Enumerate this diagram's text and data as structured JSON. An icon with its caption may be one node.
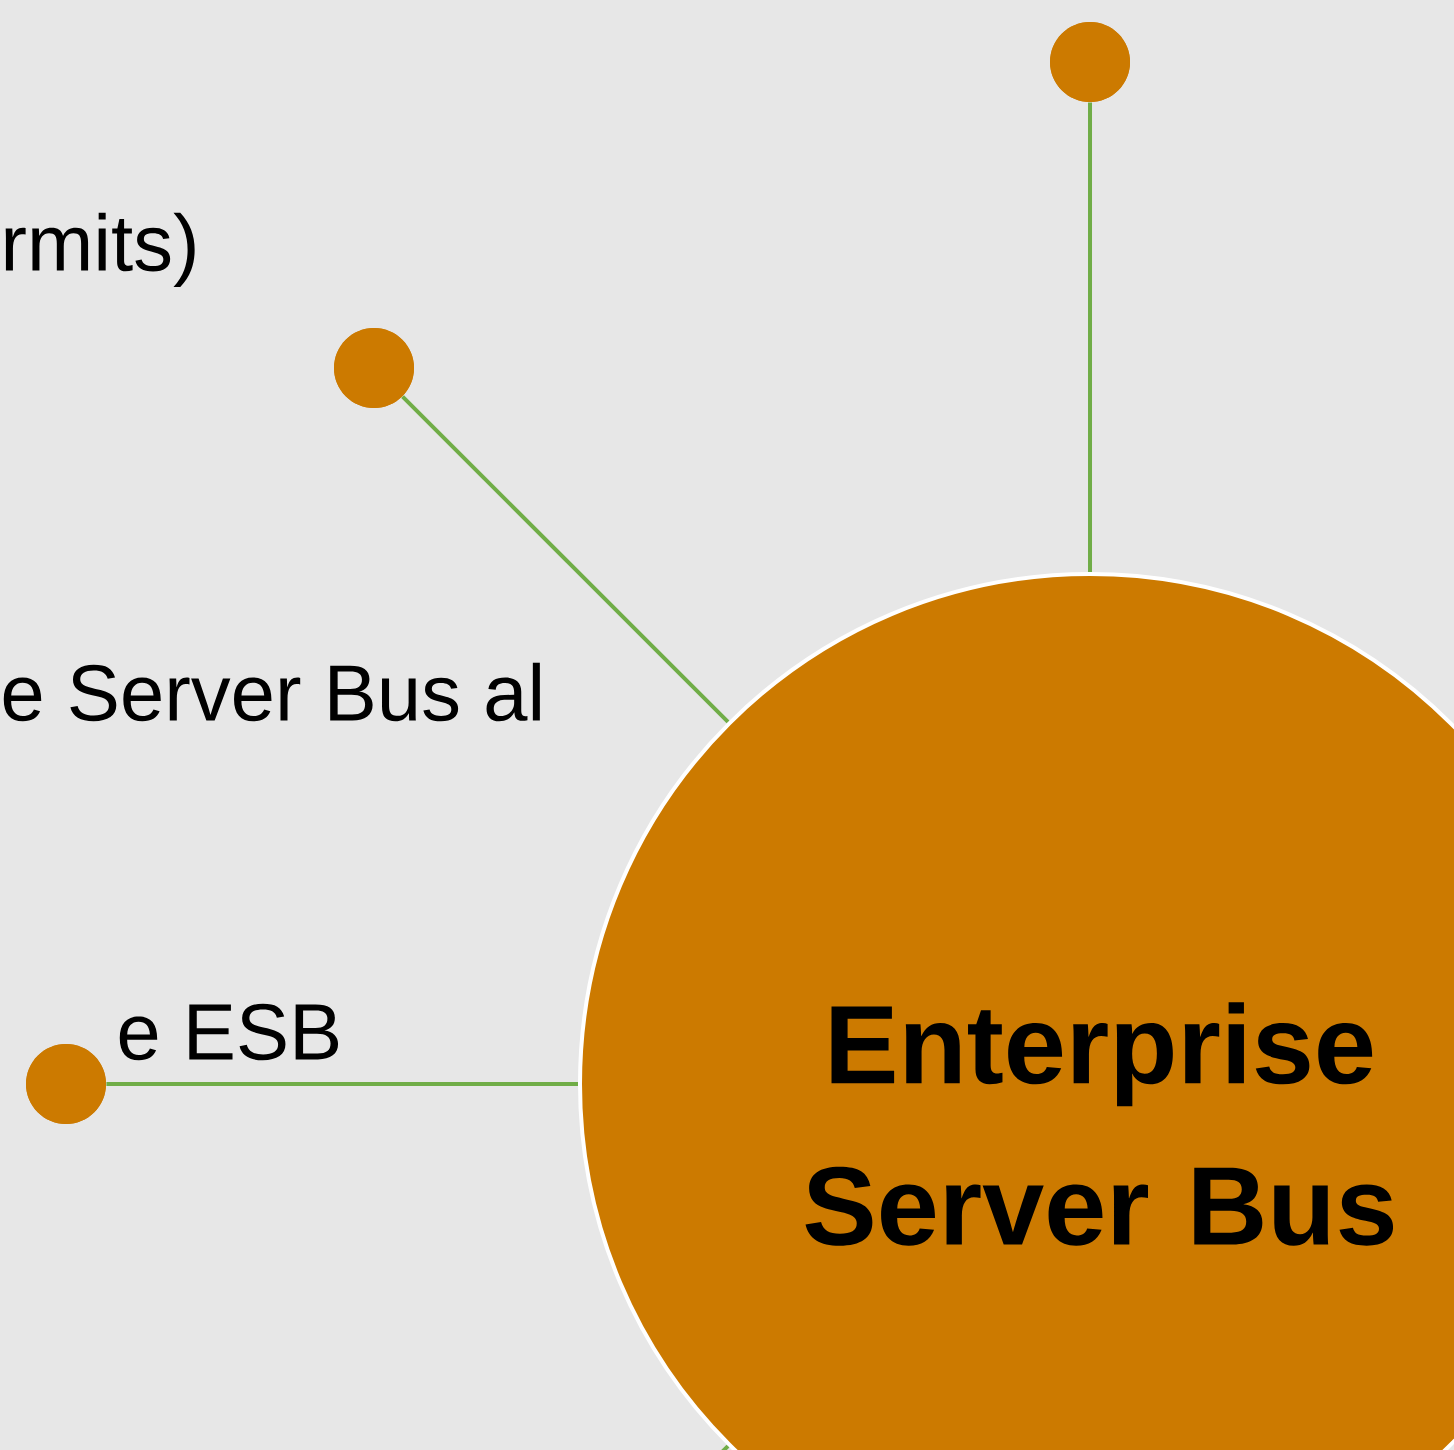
{
  "diagram": {
    "nodes": [
      {
        "text": [
          "Enterprise Server Bus"
        ]
      },
      {
        "text": [],
        "shape": "circle"
      },
      {
        "text": [],
        "shape": "circle"
      },
      {
        "text": [],
        "shape": "circle"
      }
    ],
    "edges": [
      {
        "from": 0,
        "to": 1,
        "arrow": "none"
      },
      {
        "from": 0,
        "to": 2,
        "arrow": "none"
      },
      {
        "from": 0,
        "to": 3,
        "arrow": "none"
      },
      {
        "from": 0,
        "to": null,
        "arrow": "none"
      }
    ],
    "labels": [
      "rmits)",
      "e Server Bus al",
      "e ESB"
    ]
  }
}
